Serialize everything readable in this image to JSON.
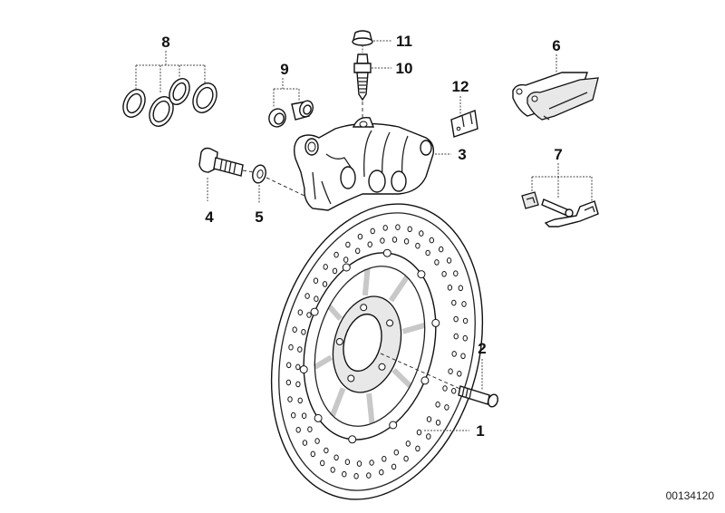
{
  "diagram": {
    "title": "Brake disc and caliper exploded view",
    "document_id": "00134120",
    "callouts": [
      {
        "id": "1",
        "label": "1",
        "part": "brake-disc"
      },
      {
        "id": "2",
        "label": "2",
        "part": "disc-bolt"
      },
      {
        "id": "3",
        "label": "3",
        "part": "brake-caliper"
      },
      {
        "id": "4",
        "label": "4",
        "part": "caliper-bolt"
      },
      {
        "id": "5",
        "label": "5",
        "part": "washer"
      },
      {
        "id": "6",
        "label": "6",
        "part": "brake-pads"
      },
      {
        "id": "7",
        "label": "7",
        "part": "pad-retaining-kit"
      },
      {
        "id": "8",
        "label": "8",
        "part": "seal-rings"
      },
      {
        "id": "9",
        "label": "9",
        "part": "bushings"
      },
      {
        "id": "10",
        "label": "10",
        "part": "bleed-screw"
      },
      {
        "id": "11",
        "label": "11",
        "part": "dust-cap"
      },
      {
        "id": "12",
        "label": "12",
        "part": "spring-plate"
      }
    ]
  }
}
